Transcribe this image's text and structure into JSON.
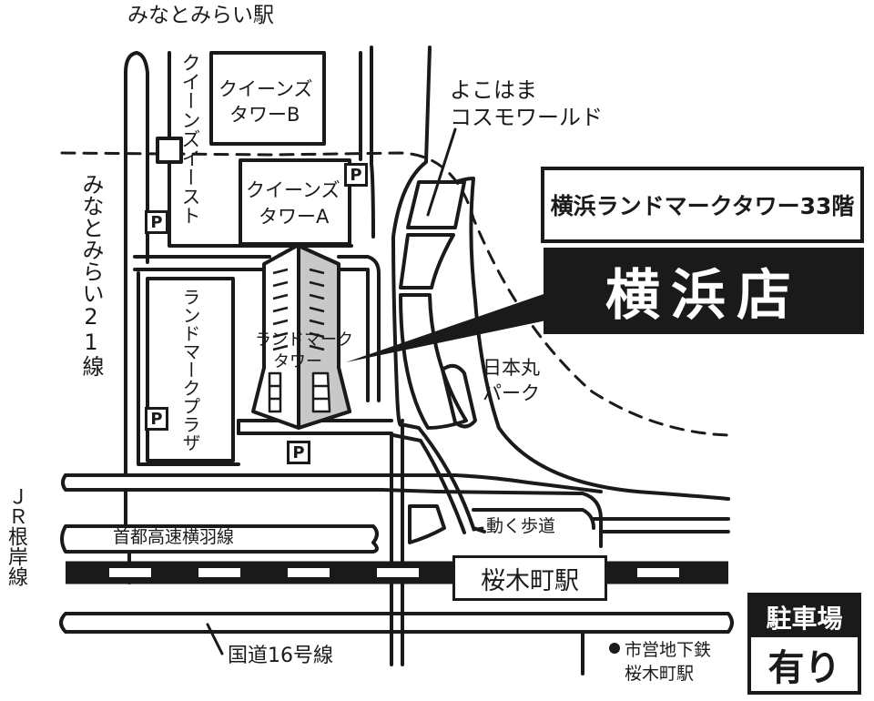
{
  "stations": {
    "minatomirai": "みなとみらい駅",
    "sakuragicho": "桜木町駅",
    "subway_line1": "市営地下鉄",
    "subway_line2": "桜木町駅"
  },
  "buildings": {
    "queens_b_line1": "クイーンズ",
    "queens_b_line2": "タワーB",
    "queens_a_line1": "クイーンズ",
    "queens_a_line2": "タワーA",
    "queens_east": "クイーンズイースト",
    "landmark_plaza": "ランドマークプラザ",
    "landmark_tower_line1": "ランドマーク",
    "landmark_tower_line2": "タワー"
  },
  "places": {
    "cosmo_line1": "よこはま",
    "cosmo_line2": "コスモワールド",
    "nippon_maru_line1": "日本丸",
    "nippon_maru_line2": "パーク",
    "moving_walkway": "動く歩道"
  },
  "roads": {
    "minatomirai21": "みなとみらい21線",
    "shuto": "首都高速横羽線",
    "route16": "国道16号線",
    "jr_negishi": "ＪＲ根岸線"
  },
  "store": {
    "floor": "横浜ランドマークタワー33階",
    "name": "横浜店"
  },
  "parking": {
    "symbol": "P",
    "label": "駐車場",
    "status": "有り"
  },
  "colors": {
    "ink": "#1a1a1a",
    "tower_fill": "#c8c8c8",
    "background": "#ffffff"
  }
}
